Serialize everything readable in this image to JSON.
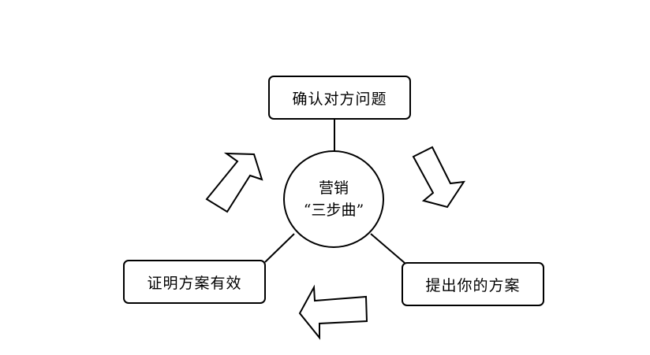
{
  "diagram": {
    "center": {
      "line1": "营销",
      "line2": "“三步曲”"
    },
    "steps": {
      "top": "确认对方问题",
      "right": "提出你的方案",
      "left": "证明方案有效"
    },
    "arrows": [
      "arrow-to-right-step",
      "arrow-to-left-step",
      "arrow-to-top-step"
    ],
    "colors": {
      "stroke": "#000000",
      "fill": "#ffffff"
    }
  }
}
